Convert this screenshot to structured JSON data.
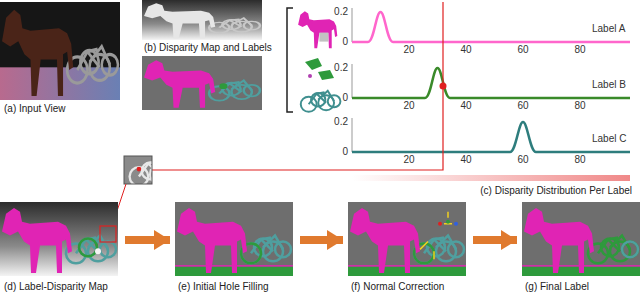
{
  "diagram": {
    "nodes": [
      {
        "text": [
          "(a) Input View"
        ]
      },
      {
        "text": [
          "(b) Disparity Map and Labels"
        ]
      },
      {
        "text": [
          "(c) Disparity Distribution Per Label"
        ]
      },
      {
        "text": [
          "(d) Label-Disparity Map"
        ]
      },
      {
        "text": [
          "(e) Initial Hole Filling"
        ]
      },
      {
        "text": [
          "(f) Normal Correction"
        ]
      },
      {
        "text": [
          "(g) Final Label"
        ]
      }
    ],
    "edges": [
      {
        "from": 3,
        "to": 4,
        "arrow": "to"
      },
      {
        "from": 4,
        "to": 5,
        "arrow": "to"
      },
      {
        "from": 5,
        "to": 6,
        "arrow": "to"
      }
    ],
    "labels": [
      "0.2",
      "0",
      "20",
      "40",
      "60",
      "80",
      "Label A",
      "0.2",
      "0",
      "20",
      "40",
      "60",
      "80",
      "Label B",
      "0.2",
      "0",
      "20",
      "40",
      "60",
      "80",
      "Label C"
    ]
  }
}
